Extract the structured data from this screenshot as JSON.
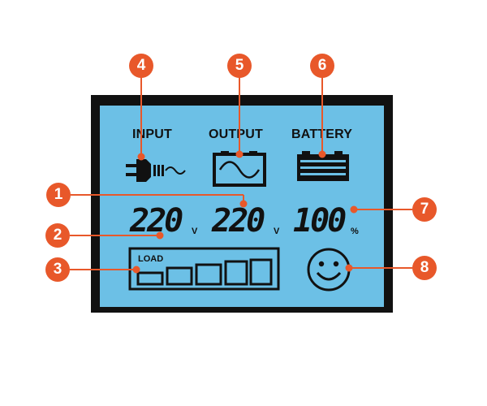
{
  "display": {
    "labels": {
      "input": "INPUT",
      "output": "OUTPUT",
      "battery": "BATTERY",
      "load": "LOAD"
    },
    "readings": {
      "input_voltage": "220",
      "input_unit": "V",
      "output_voltage": "220",
      "output_unit": "V",
      "battery_capacity": "100",
      "battery_unit": "%"
    },
    "load_level_fraction": 0
  },
  "callouts": [
    "1",
    "2",
    "3",
    "4",
    "5",
    "6",
    "7",
    "8"
  ],
  "colors": {
    "screen": "#6cc0e6",
    "frame": "#111111",
    "callout": "#e8582a",
    "segment": "#111111"
  },
  "icons": [
    "plug-icon",
    "sine-wave-icon",
    "battery-icon",
    "smiley-icon"
  ]
}
